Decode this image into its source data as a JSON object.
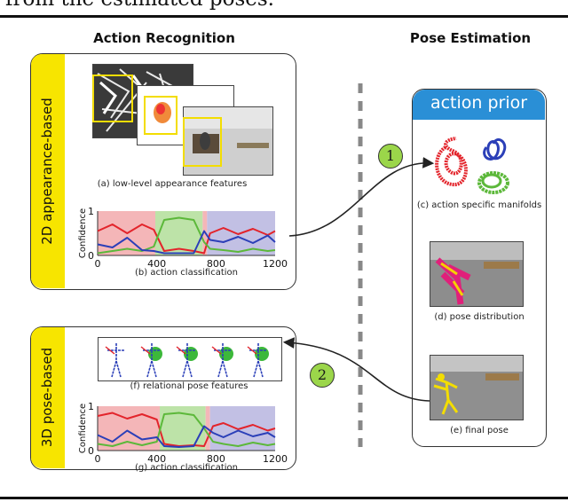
{
  "header": {
    "cutoff_text": "from the estimated poses.",
    "left_heading": "Action Recognition",
    "right_heading": "Pose Estimation"
  },
  "appearance_panel": {
    "side_label": "2D appearance-based",
    "features_caption": "(a) low-level appearance features",
    "chart_caption": "(b) action classification"
  },
  "pose_panel": {
    "side_label": "3D pose-based",
    "features_caption": "(f) relational pose features",
    "chart_caption": "(g) action classification"
  },
  "prior_panel": {
    "title": "action prior",
    "manifold_caption": "(c) action specific manifolds",
    "distribution_caption": "(d) pose distribution",
    "final_caption": "(e) final pose"
  },
  "steps": {
    "one": "1",
    "two": "2"
  },
  "colors": {
    "yellow": "#f7e500",
    "blue_header": "#2a8fd6",
    "step_green": "#9bd64a",
    "region_red": "#f4b6b8",
    "region_green": "#bde3a8",
    "region_purple": "#c2c0e4",
    "line_red": "#e3242b",
    "line_blue": "#2b3fb8",
    "line_green": "#5cb83a"
  },
  "chart_data": [
    {
      "type": "line",
      "title": "",
      "xlabel": "",
      "ylabel": "Confidence",
      "x_ticks": [
        "0",
        "400",
        "800",
        "1200"
      ],
      "y_ticks": [
        "0",
        "1"
      ],
      "xlim": [
        0,
        1200
      ],
      "ylim": [
        0,
        1
      ],
      "regions": [
        {
          "from": 0,
          "to": 390,
          "color": "red"
        },
        {
          "from": 390,
          "to": 710,
          "color": "green"
        },
        {
          "from": 710,
          "to": 740,
          "color": "red"
        },
        {
          "from": 740,
          "to": 1200,
          "color": "purple"
        }
      ],
      "x": [
        0,
        100,
        200,
        300,
        380,
        450,
        550,
        650,
        720,
        760,
        850,
        950,
        1050,
        1150,
        1200
      ],
      "series": [
        {
          "color": "red",
          "values": [
            0.55,
            0.7,
            0.5,
            0.7,
            0.58,
            0.1,
            0.15,
            0.1,
            0.05,
            0.5,
            0.62,
            0.48,
            0.6,
            0.46,
            0.55
          ]
        },
        {
          "color": "green",
          "values": [
            0.05,
            0.1,
            0.15,
            0.1,
            0.2,
            0.8,
            0.85,
            0.8,
            0.3,
            0.15,
            0.12,
            0.08,
            0.15,
            0.1,
            0.12
          ]
        },
        {
          "color": "blue",
          "values": [
            0.25,
            0.18,
            0.4,
            0.12,
            0.1,
            0.05,
            0.05,
            0.05,
            0.55,
            0.35,
            0.3,
            0.42,
            0.28,
            0.45,
            0.3
          ]
        }
      ]
    },
    {
      "type": "line",
      "title": "",
      "xlabel": "",
      "ylabel": "Confidence",
      "x_ticks": [
        "0",
        "400",
        "800",
        "1200"
      ],
      "y_ticks": [
        "0",
        "1"
      ],
      "xlim": [
        0,
        1200
      ],
      "ylim": [
        0,
        1
      ],
      "regions": [
        {
          "from": 0,
          "to": 420,
          "color": "red"
        },
        {
          "from": 420,
          "to": 730,
          "color": "green"
        },
        {
          "from": 730,
          "to": 760,
          "color": "red"
        },
        {
          "from": 760,
          "to": 1200,
          "color": "purple"
        }
      ],
      "x": [
        0,
        100,
        200,
        300,
        400,
        450,
        550,
        650,
        720,
        780,
        850,
        950,
        1050,
        1150,
        1200
      ],
      "series": [
        {
          "color": "red",
          "values": [
            0.78,
            0.85,
            0.72,
            0.82,
            0.7,
            0.15,
            0.1,
            0.12,
            0.1,
            0.55,
            0.62,
            0.48,
            0.58,
            0.45,
            0.5
          ]
        },
        {
          "color": "green",
          "values": [
            0.15,
            0.1,
            0.2,
            0.12,
            0.2,
            0.82,
            0.85,
            0.8,
            0.5,
            0.2,
            0.15,
            0.1,
            0.18,
            0.12,
            0.15
          ]
        },
        {
          "color": "blue",
          "values": [
            0.35,
            0.2,
            0.45,
            0.25,
            0.3,
            0.1,
            0.08,
            0.1,
            0.55,
            0.4,
            0.3,
            0.45,
            0.32,
            0.4,
            0.3
          ]
        }
      ]
    }
  ]
}
